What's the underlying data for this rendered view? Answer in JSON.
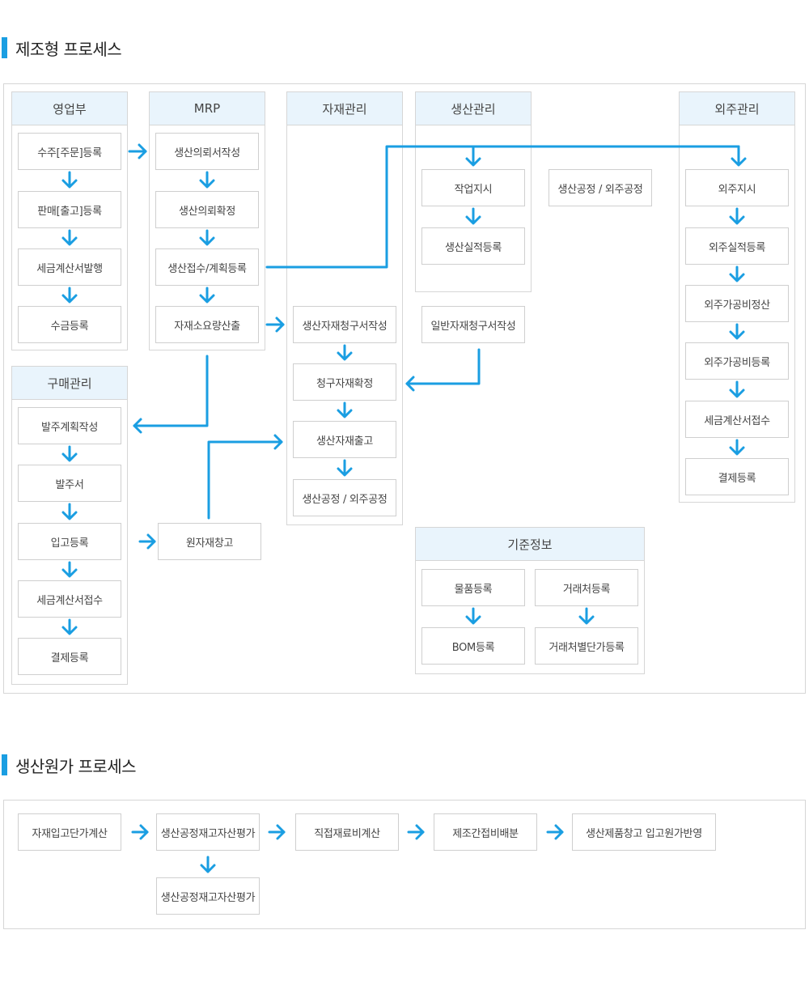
{
  "colors": {
    "accent": "#1a9ee2",
    "header_bg": "#e9f4fc",
    "border": "#d6d6d6"
  },
  "manufacturing": {
    "title": "제조형 프로세스",
    "sales": {
      "title": "영업부",
      "items": [
        "수주[주문]등록",
        "판매[출고]등록",
        "세금계산서발행",
        "수금등록"
      ]
    },
    "mrp": {
      "title": "MRP",
      "items": [
        "생산의뢰서작성",
        "생산의뢰확정",
        "생산접수/계획등록",
        "자재소요량산출"
      ]
    },
    "material": {
      "title": "자재관리",
      "items": [
        "생산자재청구서작성",
        "청구자재확정",
        "생산자재출고",
        "생산공정 / 외주공정"
      ]
    },
    "production": {
      "title": "생산관리",
      "items": [
        "작업지시",
        "생산실적등록"
      ],
      "side_item": "생산공정 / 외주공정",
      "general_request": "일반자재청구서작성"
    },
    "outsourcing": {
      "title": "외주관리",
      "items": [
        "외주지시",
        "외주실적등록",
        "외주가공비정산",
        "외주가공비등록",
        "세금계산서접수",
        "결제등록"
      ]
    },
    "purchase": {
      "title": "구매관리",
      "items": [
        "발주계획작성",
        "발주서",
        "입고등록",
        "세금계산서접수",
        "결제등록"
      ],
      "warehouse": "원자재창고"
    },
    "standard": {
      "title": "기준정보",
      "left": [
        "물품등록",
        "BOM등록"
      ],
      "right": [
        "거래처등록",
        "거래처별단가등록"
      ]
    }
  },
  "cost": {
    "title": "생산원가 프로세스",
    "steps": [
      "자재입고단가계산",
      "생산공정재고자산평가",
      "직접재료비계산",
      "제조간접비배분",
      "생산제품창고 입고원가반영"
    ],
    "sub_step": "생산공정재고자산평가"
  }
}
